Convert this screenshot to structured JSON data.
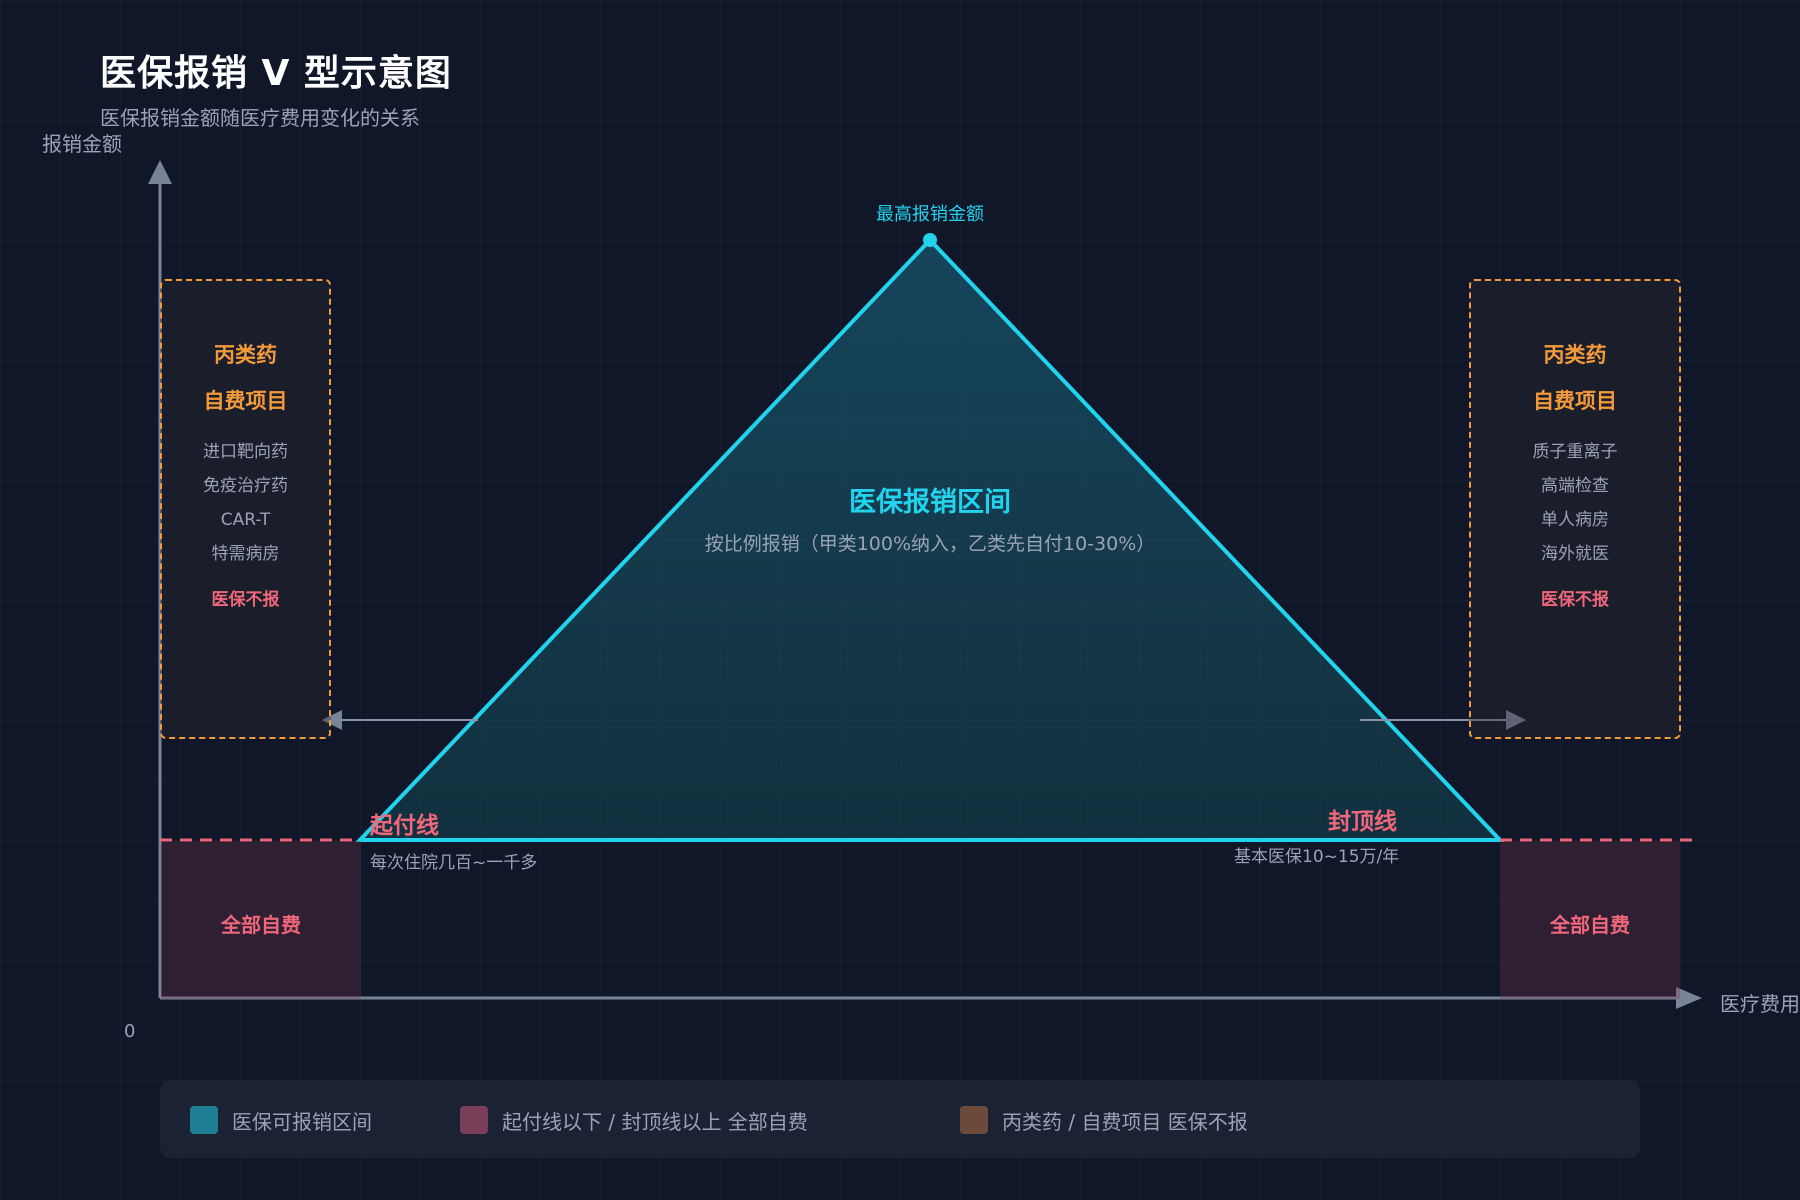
{
  "header": {
    "title": "医保报销 V 型示意图",
    "subtitle": "医保报销金额随医疗费用变化的关系"
  },
  "axes": {
    "y_label": "报销金额",
    "x_label": "医疗费用",
    "origin": "0"
  },
  "peak": {
    "label": "最高报销金额"
  },
  "zone": {
    "title": "医保报销区间",
    "description": "按比例报销（甲类100%纳入，乙类先自付10-30%）"
  },
  "start_line": {
    "label": "起付线",
    "description": "每次住院几百~一千多"
  },
  "cap_line": {
    "label": "封顶线",
    "description": "基本医保10~15万/年"
  },
  "left_box": {
    "heading1": "丙类药",
    "heading2": "自费项目",
    "items": [
      "进口靶向药",
      "免疫治疗药",
      "CAR-T",
      "特需病房"
    ],
    "note": "医保不报"
  },
  "right_box": {
    "heading1": "丙类药",
    "heading2": "自费项目",
    "items": [
      "质子重离子",
      "高端检查",
      "单人病房",
      "海外就医"
    ],
    "note": "医保不报"
  },
  "self_pay": {
    "left": "全部自费",
    "right": "全部自费"
  },
  "legend": [
    {
      "label": "医保可报销区间",
      "color": "#1f7f96"
    },
    {
      "label": "起付线以下 / 封顶线以上 全部自费",
      "color": "#7a3f58"
    },
    {
      "label": "丙类药 / 自费项目 医保不报",
      "color": "#6b4a39"
    }
  ],
  "colors": {
    "accent": "#22d3ee",
    "warning": "#f0667a",
    "orange": "#f39a3a",
    "axis": "#7a8499",
    "background": "#0f1729"
  }
}
